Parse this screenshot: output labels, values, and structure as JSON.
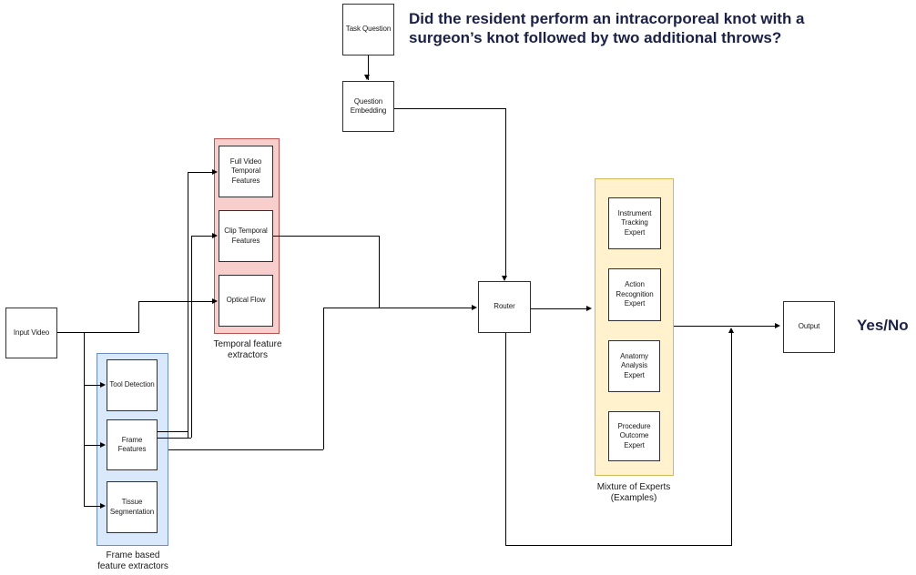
{
  "title": "Did the resident perform an intracorporeal knot with a surgeon’s knot followed by two additional throws?",
  "result": "Yes/No",
  "nodes": {
    "task_question": "Task Question",
    "question_embedding": "Question Embedding",
    "input_video": "Input Video",
    "full_video_temporal": "Full Video Temporal Features",
    "clip_temporal": "Clip Temporal Features",
    "optical_flow": "Optical Flow",
    "tool_detection": "Tool Detection",
    "frame_features": "Frame Features",
    "tissue_segmentation": "Tissue Segmentation",
    "router": "Router",
    "instrument_tracking": "Instrument Tracking Expert",
    "action_recognition": "Action Recognition Expert",
    "anatomy_analysis": "Anatomy Analysis Expert",
    "procedure_outcome": "Procedure Outcome Expert",
    "output": "Output"
  },
  "groups": {
    "temporal": {
      "lines": [
        "Temporal feature",
        "extractors"
      ],
      "fill": "#F8CECC",
      "stroke": "#B85450"
    },
    "frame_based": {
      "lines": [
        "Frame based",
        "feature extractors"
      ],
      "fill": "#DAE8FC",
      "stroke": "#6C8EBF"
    },
    "mixture": {
      "lines": [
        "Mixture of Experts",
        "(Examples)"
      ],
      "fill": "#FFF2CC",
      "stroke": "#D6B656"
    }
  },
  "colors": {
    "title_text": "#1B2145",
    "edge": "#000000",
    "node_fill": "#FFFFFF",
    "node_stroke": "#2F2F2F"
  }
}
